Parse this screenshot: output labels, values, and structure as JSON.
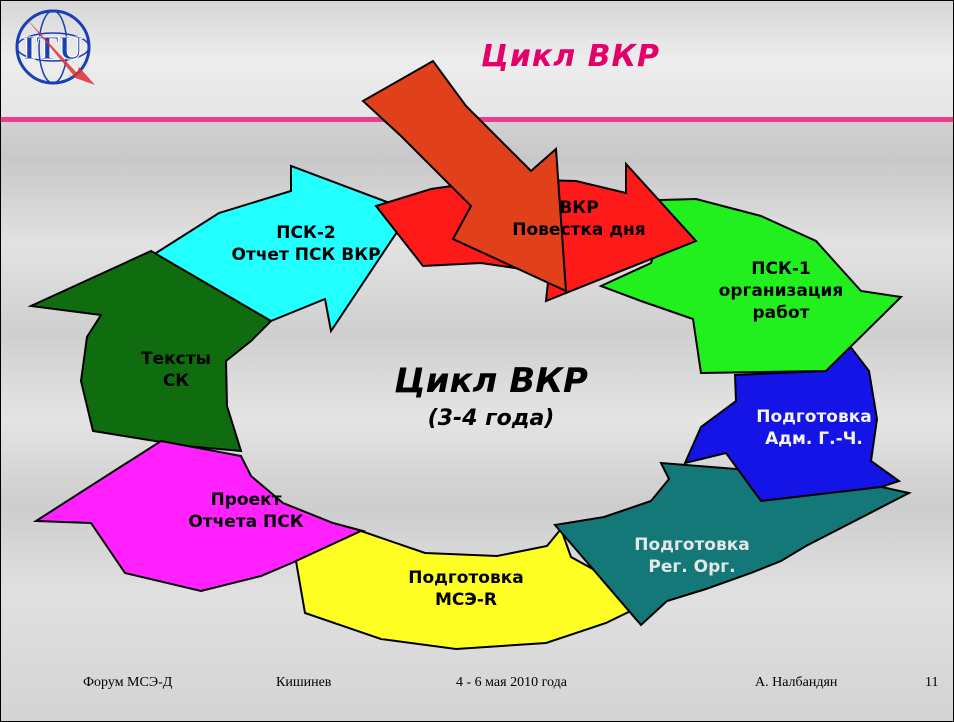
{
  "title": "Цикл ВКР",
  "logo_text": "ITU",
  "center": {
    "line1": "Цикл ВКР",
    "line2": "(3-4 года)"
  },
  "segments": [
    {
      "line1": "ВКР",
      "line2": "Повестка дня",
      "color": "#ff1a1a"
    },
    {
      "line1": "ПСК-1",
      "line2": "организация",
      "line3": "работ",
      "color": "#22f01e"
    },
    {
      "line1": "Подготовка",
      "line2": "Адм. Г.-Ч.",
      "color": "#1414e6"
    },
    {
      "line1": "Подготовка",
      "line2": "Рег. Орг.",
      "color": "#147878"
    },
    {
      "line1": "Подготовка",
      "line2": "МСЭ-R",
      "color": "#ffff24"
    },
    {
      "line1": "Проект",
      "line2": "Отчета ПСК",
      "color": "#ff22ff"
    },
    {
      "line1": "Тексты",
      "line2": "СК",
      "color": "#0f6d0f"
    },
    {
      "line1": "ПСК-2",
      "line2": "Отчет ПСК ВКР",
      "color": "#22ffff"
    }
  ],
  "input_arrow_color": "#e0401a",
  "footer": {
    "forum": "Форум МСЭ-Д",
    "city": "Кишинев",
    "dates": "4 - 6 мая 2010 года",
    "author": "А. Налбандян",
    "page": "11"
  }
}
